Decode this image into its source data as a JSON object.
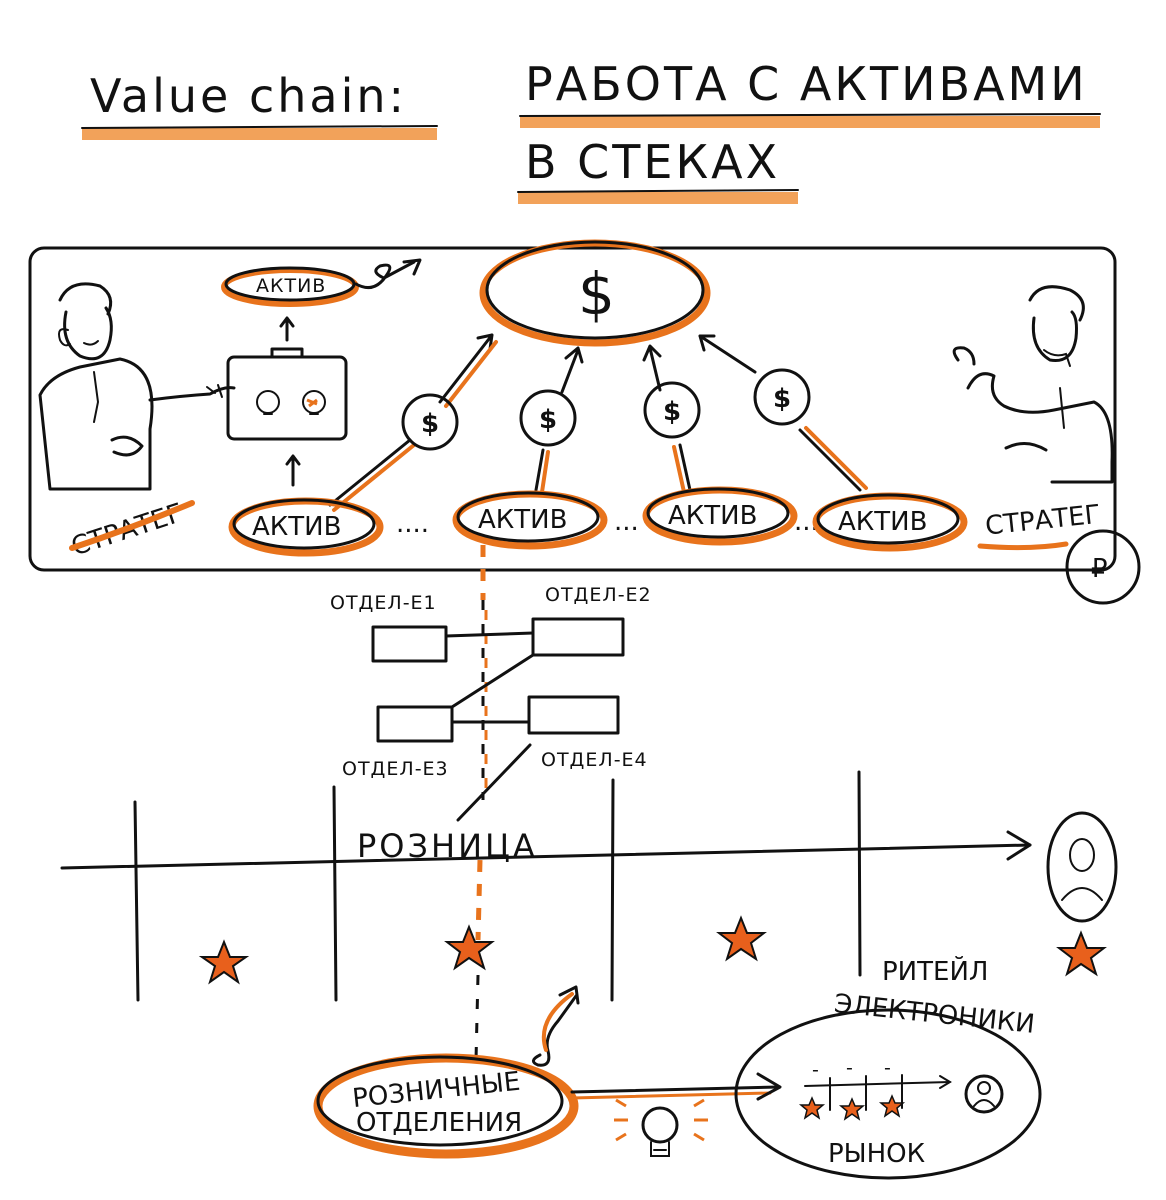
{
  "title": {
    "left": "Value chain:",
    "right_line1": "РАБОТА С АКТИВАМИ",
    "right_line2": "В СТЕКАХ"
  },
  "top_panel": {
    "top_asset": "АКТИВ",
    "center_symbol": "$",
    "coins": [
      "$",
      "$",
      "$",
      "$"
    ],
    "assets": [
      "АКТИВ",
      "АКТИВ",
      "АКТИВ",
      "АКТИВ"
    ],
    "dots": [
      "....",
      "...",
      "..."
    ],
    "strategist_left": "СТРАТЕГ",
    "strategist_right": "СТРАТЕГ",
    "ruble_symbol": "₽"
  },
  "departments": [
    "ОТДЕЛ-Е1",
    "ОТДЕЛ-Е2",
    "ОТДЕЛ-Е3",
    "ОТДЕЛ-Е4"
  ],
  "axis_label": "РОЗНИЦА",
  "bottom": {
    "retail_branches_line1": "РОЗНИЧНЫЕ",
    "retail_branches_line2": "ОТДЕЛЕНИЯ",
    "market_title_line1": "РИТЕЙЛ",
    "market_title_line2": "ЭЛЕКТРОНИКИ",
    "market_label": "РЫНОК"
  },
  "colors": {
    "ink": "#111111",
    "accent": "#e8731c"
  }
}
